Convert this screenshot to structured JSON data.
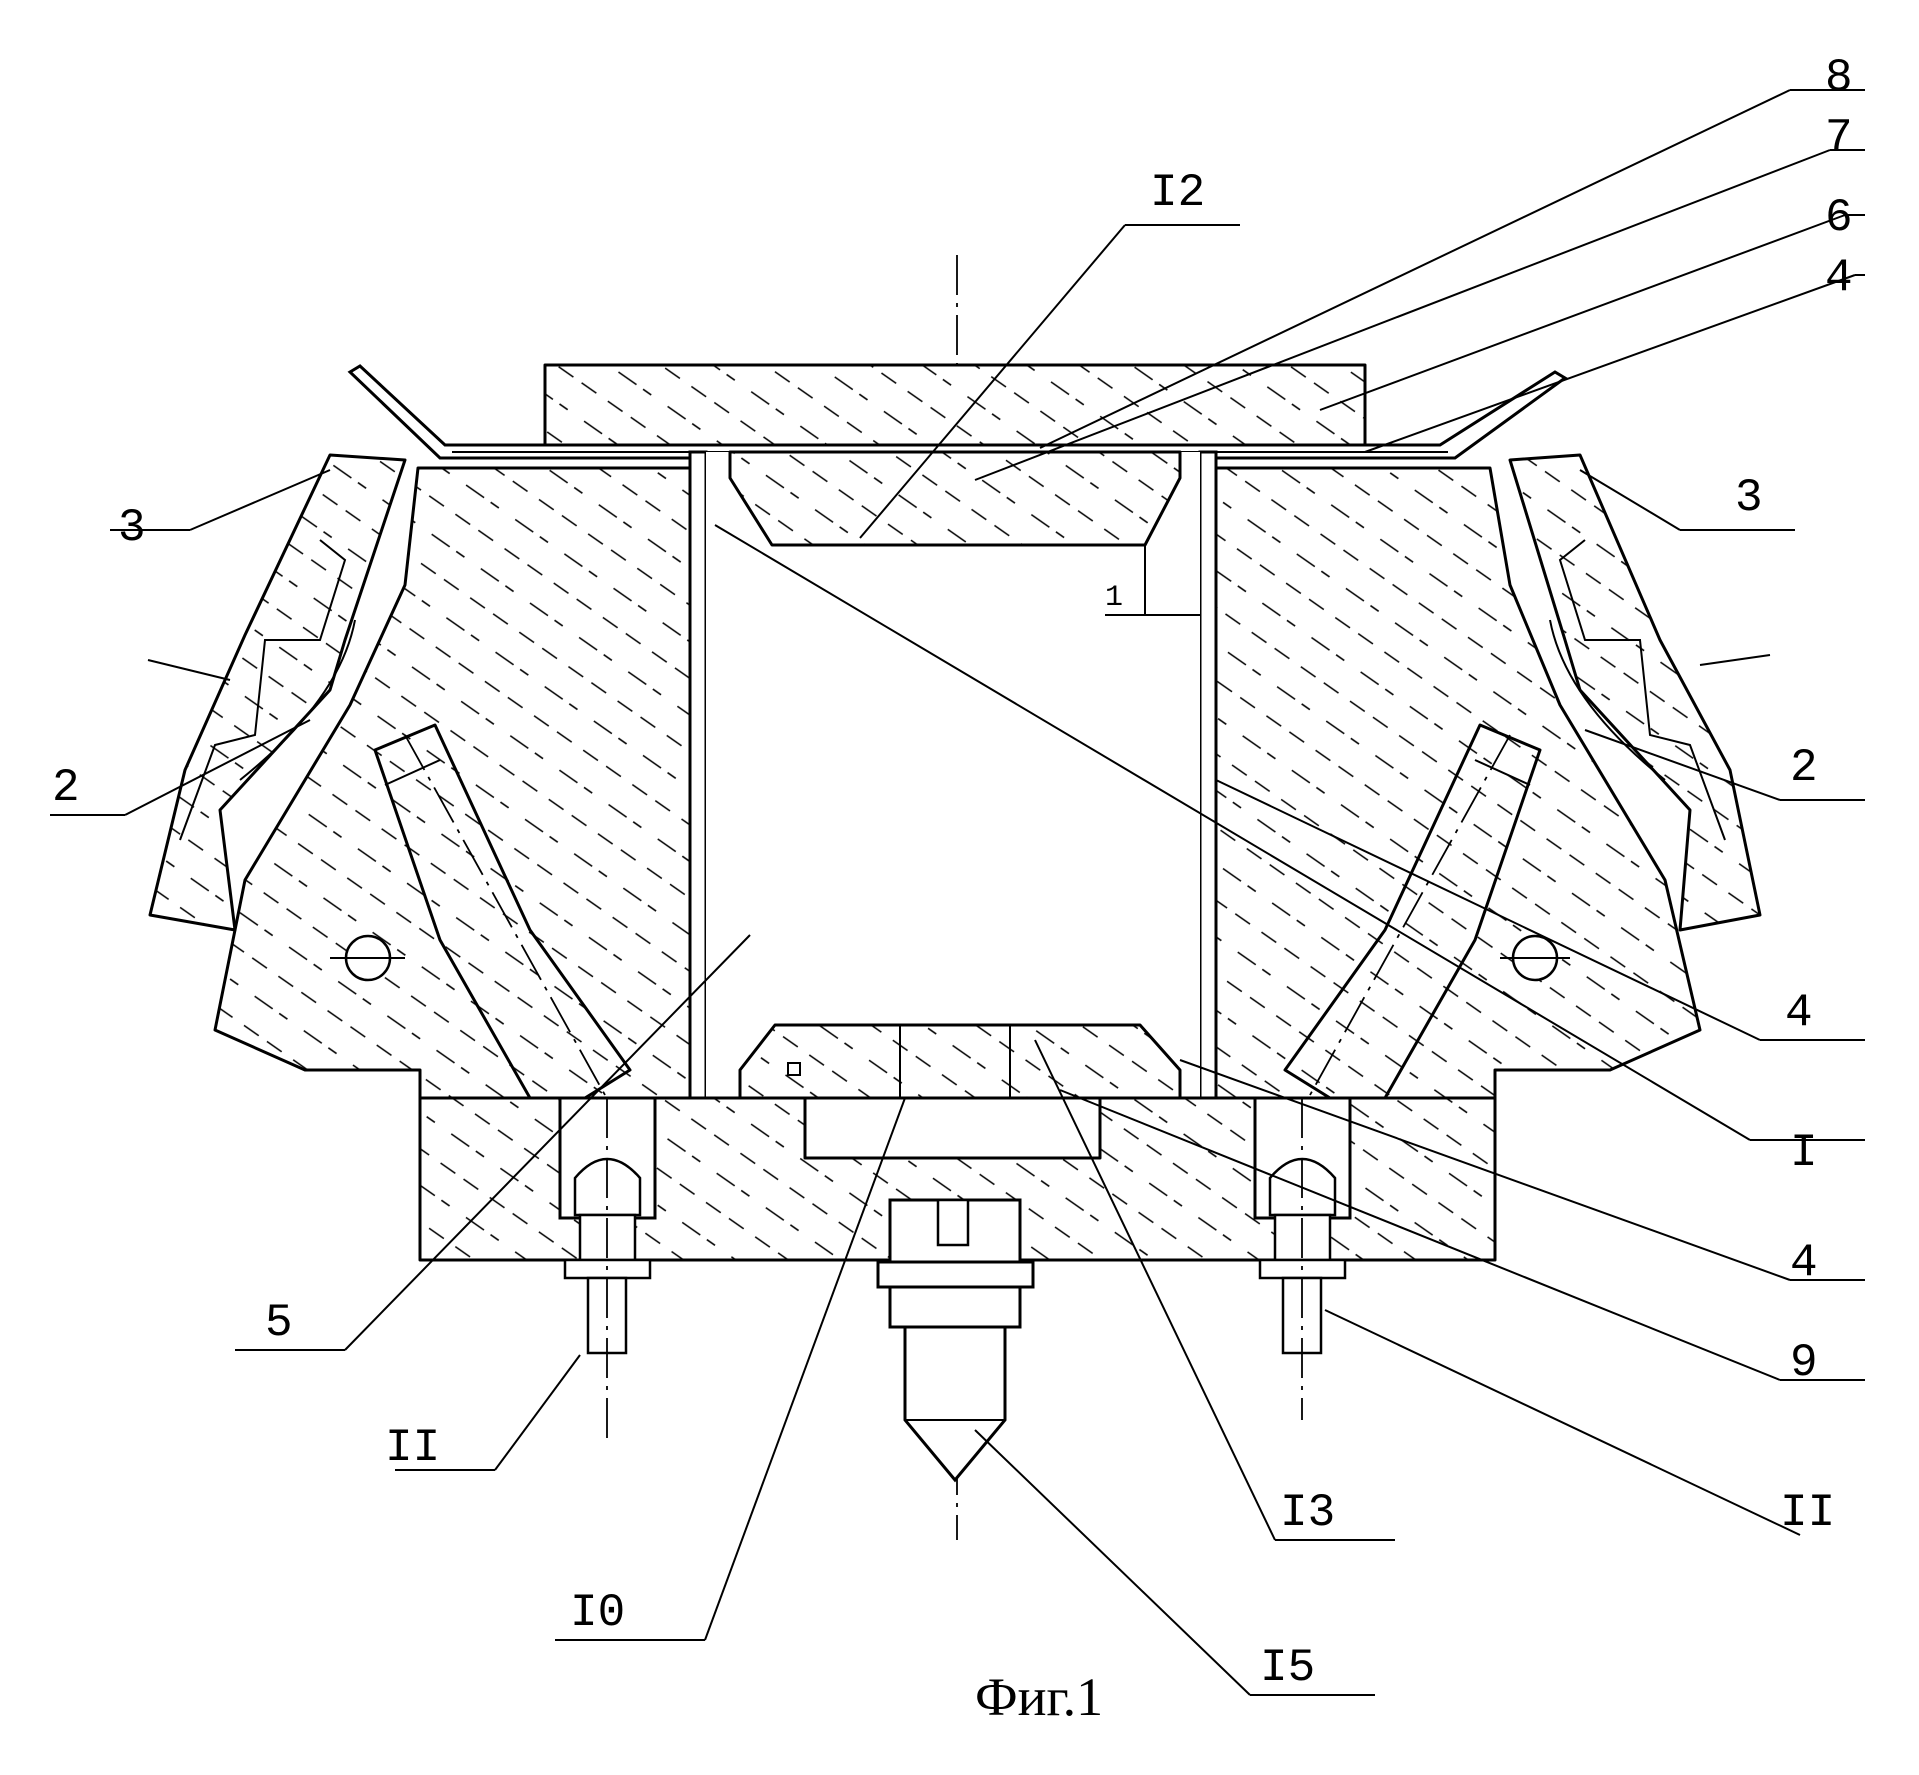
{
  "figure": {
    "caption": "Фиг.1",
    "labels": [
      {
        "id": "label-8",
        "text": "8"
      },
      {
        "id": "label-7",
        "text": "7"
      },
      {
        "id": "label-6",
        "text": "6"
      },
      {
        "id": "label-4-top",
        "text": "4"
      },
      {
        "id": "label-12",
        "text": "I2"
      },
      {
        "id": "label-3-left",
        "text": "3"
      },
      {
        "id": "label-3-right",
        "text": "3"
      },
      {
        "id": "label-2-left",
        "text": "2"
      },
      {
        "id": "label-2-right",
        "text": "2"
      },
      {
        "id": "label-4-mid",
        "text": "4"
      },
      {
        "id": "label-1",
        "text": "I"
      },
      {
        "id": "label-4-low",
        "text": "4"
      },
      {
        "id": "label-9",
        "text": "9"
      },
      {
        "id": "label-5",
        "text": "5"
      },
      {
        "id": "label-11-left",
        "text": "II"
      },
      {
        "id": "label-11-right",
        "text": "II"
      },
      {
        "id": "label-13",
        "text": "I3"
      },
      {
        "id": "label-10",
        "text": "I0"
      },
      {
        "id": "label-15",
        "text": "I5"
      },
      {
        "id": "label-gap",
        "text": "1"
      }
    ]
  }
}
